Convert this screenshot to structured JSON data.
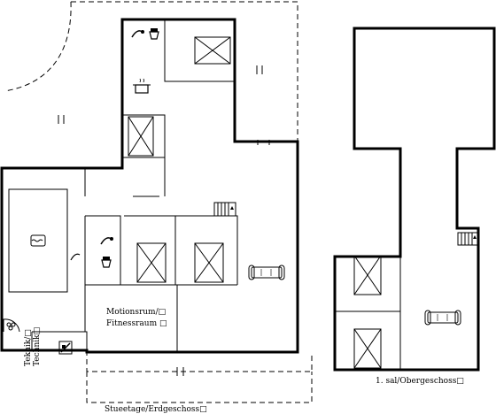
{
  "labels": {
    "ground_floor": "Stueetage/Erdgeschoss□",
    "upper_floor": "1. sal/Obergeschoss□",
    "fitness_line1": "Motionsrum/□",
    "fitness_line2": "Fitnessraum □",
    "teknik": "Teknik/□",
    "technik": "Technik□"
  },
  "icons": [
    "pool-icon",
    "sofa-icon",
    "toilet-icon",
    "shower-icon",
    "cooking-pot-icon",
    "stairs-icon",
    "sauna-icon",
    "hob-icon",
    "bed-icon"
  ]
}
